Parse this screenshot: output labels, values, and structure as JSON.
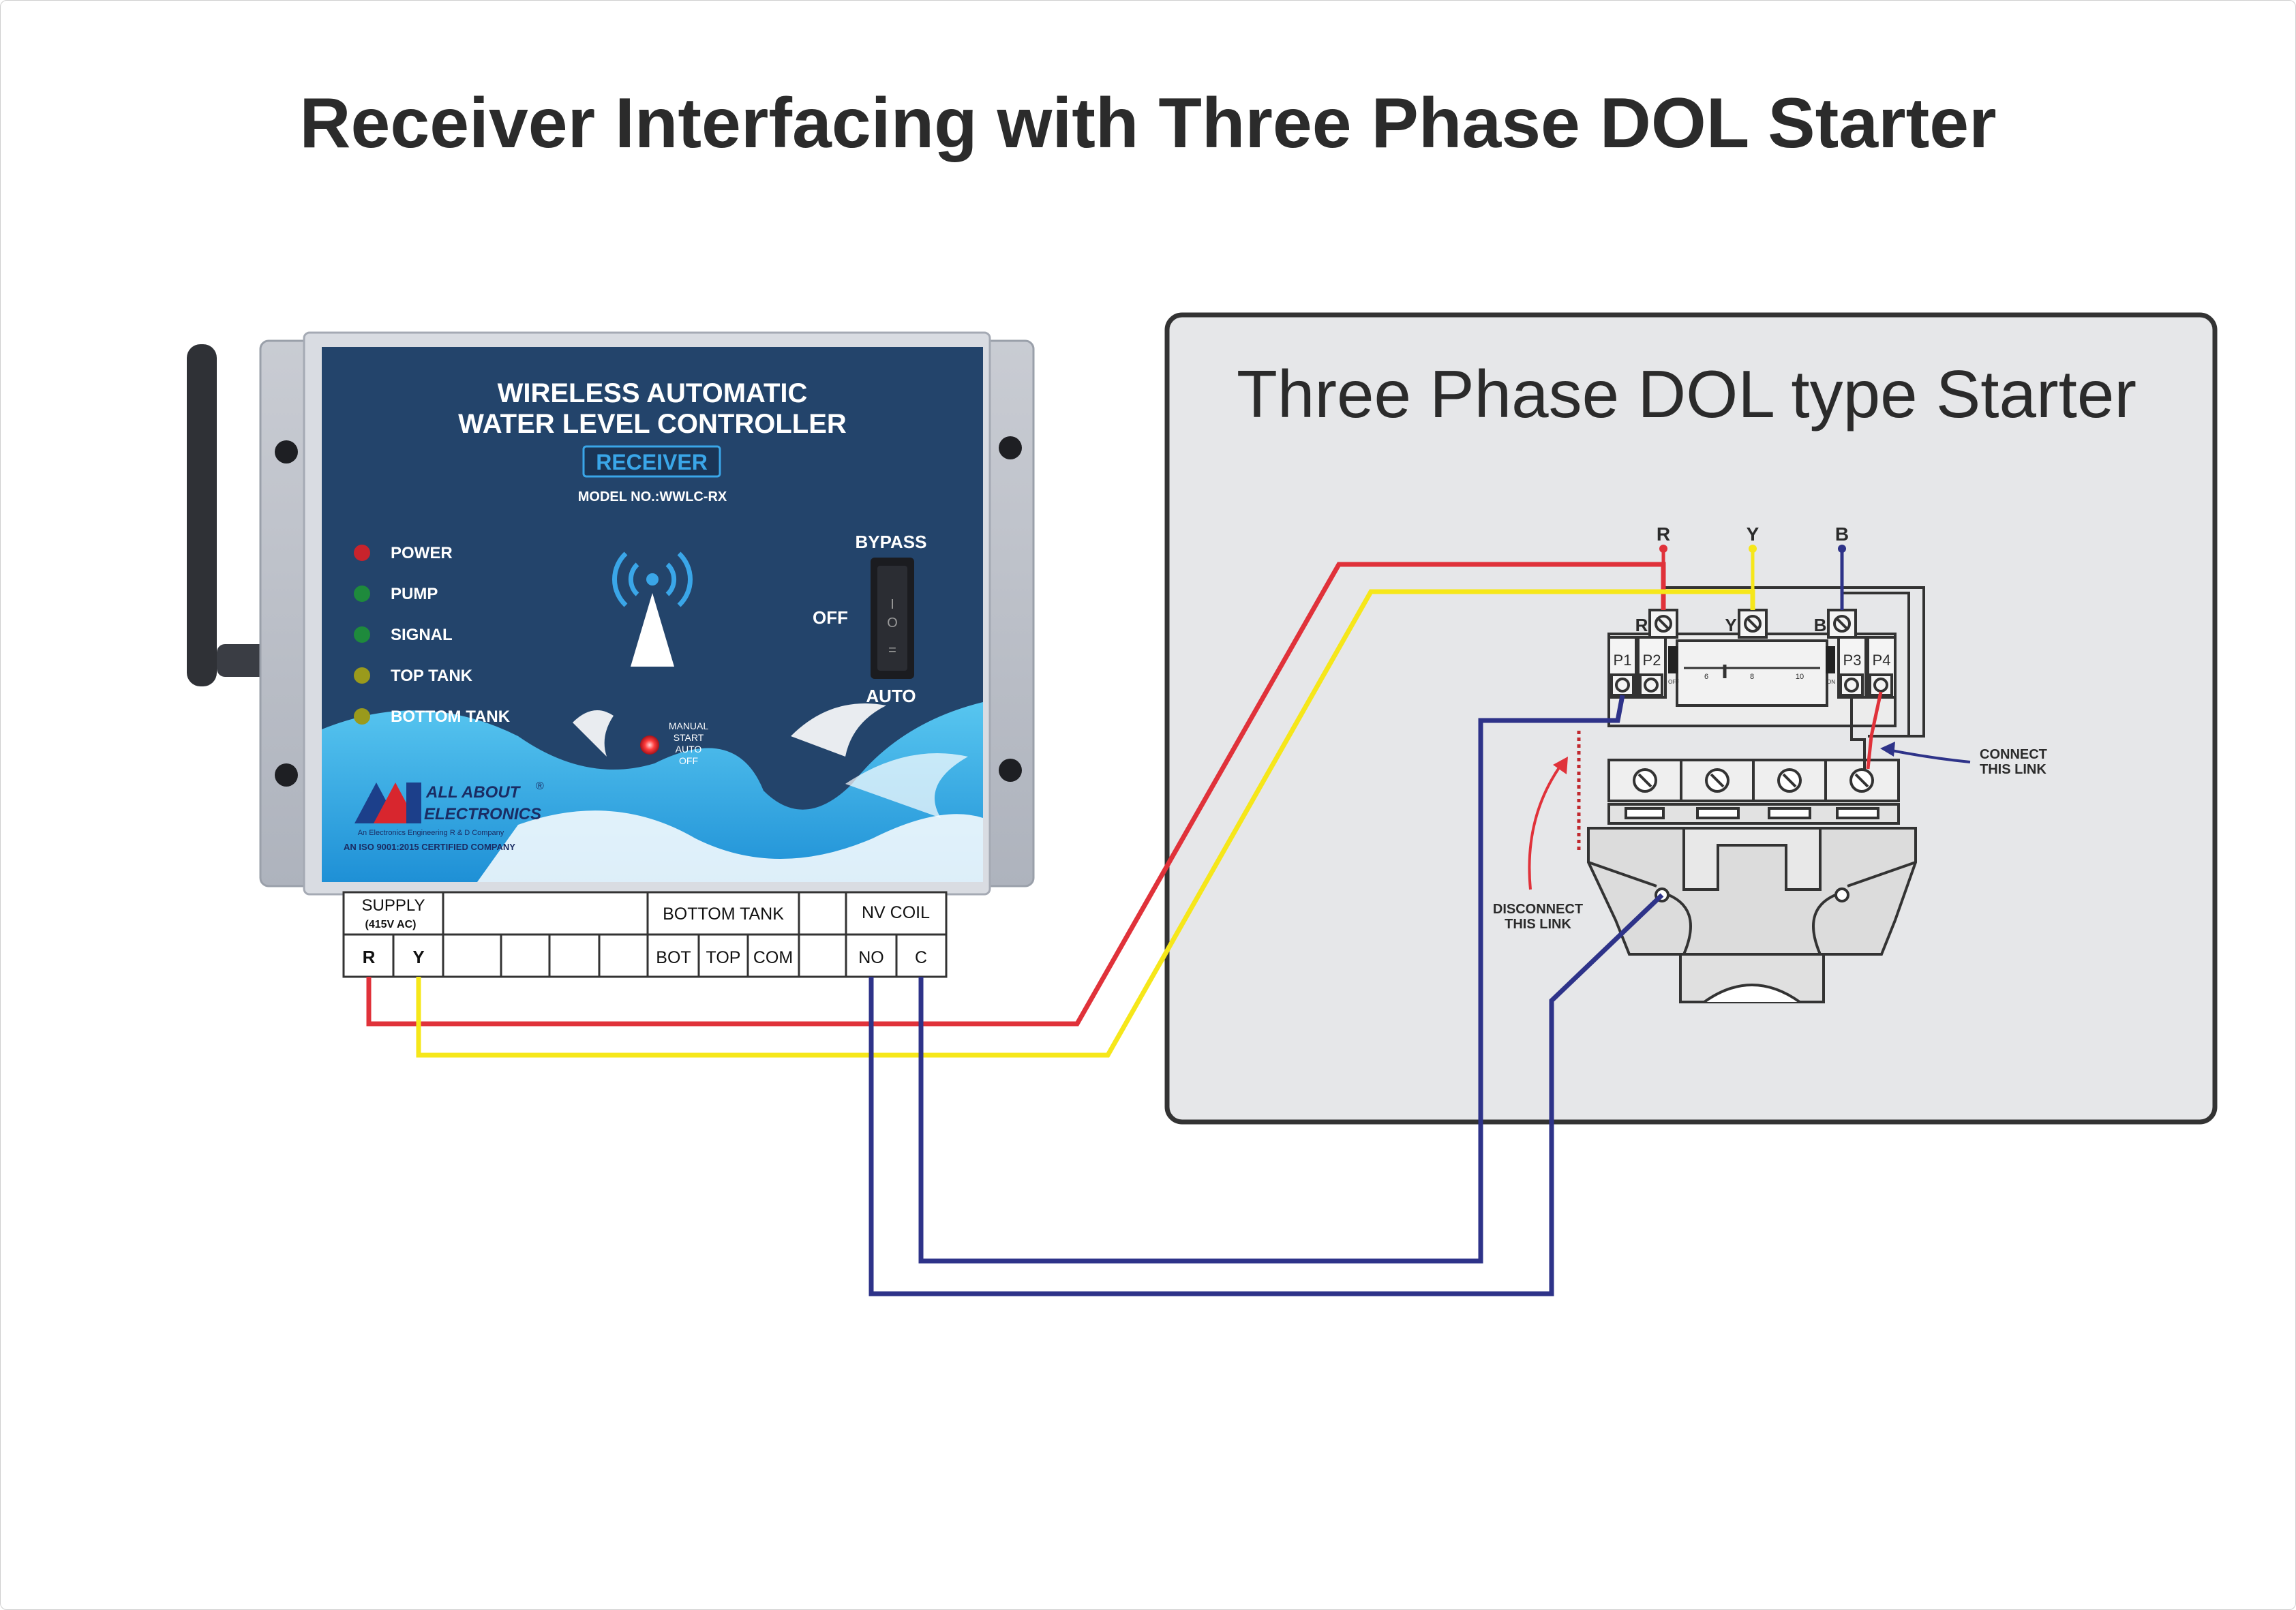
{
  "title": "Receiver Interfacing with Three Phase DOL Starter",
  "receiver": {
    "heading_line1": "WIRELESS AUTOMATIC",
    "heading_line2": "WATER LEVEL CONTROLLER",
    "badge": "RECEIVER",
    "model": "MODEL NO.:WWLC-RX",
    "leds": [
      {
        "label": "POWER",
        "color": "#c8232c"
      },
      {
        "label": "PUMP",
        "color": "#1e8a3c"
      },
      {
        "label": "SIGNAL",
        "color": "#1e8a3c"
      },
      {
        "label": "TOP TANK",
        "color": "#9a9a1c"
      },
      {
        "label": "BOTTOM TANK",
        "color": "#9a9a1c"
      }
    ],
    "switch": {
      "top_label": "BYPASS",
      "left_label": "OFF",
      "bottom_label": "AUTO",
      "mark_on": "I",
      "mark_mid": "O",
      "mark_off": "="
    },
    "manual_text": [
      "MANUAL",
      "START",
      "AUTO",
      "OFF"
    ],
    "logo": {
      "line1": "ALL  ABOUT",
      "line2": "ELECTRONICS",
      "registered": "®",
      "tagline": "An Electronics Engineering R & D Company",
      "certification": "AN ISO 9001:2015 CERTIFIED COMPANY"
    }
  },
  "terminals": {
    "supply_label": "SUPPLY",
    "supply_sub": "(415V AC)",
    "bottom_tank_label": "BOTTOM TANK",
    "nv_coil_label": "NV COIL",
    "supply_pins": [
      "R",
      "Y"
    ],
    "bottom_tank_pins": [
      "BOT",
      "TOP",
      "COM"
    ],
    "nv_coil_pins": [
      "NO",
      "C"
    ]
  },
  "starter": {
    "title": "Three Phase DOL type Starter",
    "phase_labels": [
      "R",
      "Y",
      "B"
    ],
    "overload_labels": [
      "P1",
      "P2",
      "P3",
      "P4"
    ],
    "scale_marks": [
      "6",
      "8",
      "10"
    ],
    "small_labels": [
      "OFF",
      "ON"
    ],
    "connect_note": [
      "CONNECT",
      "THIS LINK"
    ],
    "disconnect_note": [
      "DISCONNECT",
      "THIS LINK"
    ]
  },
  "colors": {
    "red_wire": "#e0323a",
    "yellow_wire": "#f6e71a",
    "blue_wire": "#2e3389",
    "panel": "#23446b",
    "starter_bg": "#e6e7e9"
  }
}
